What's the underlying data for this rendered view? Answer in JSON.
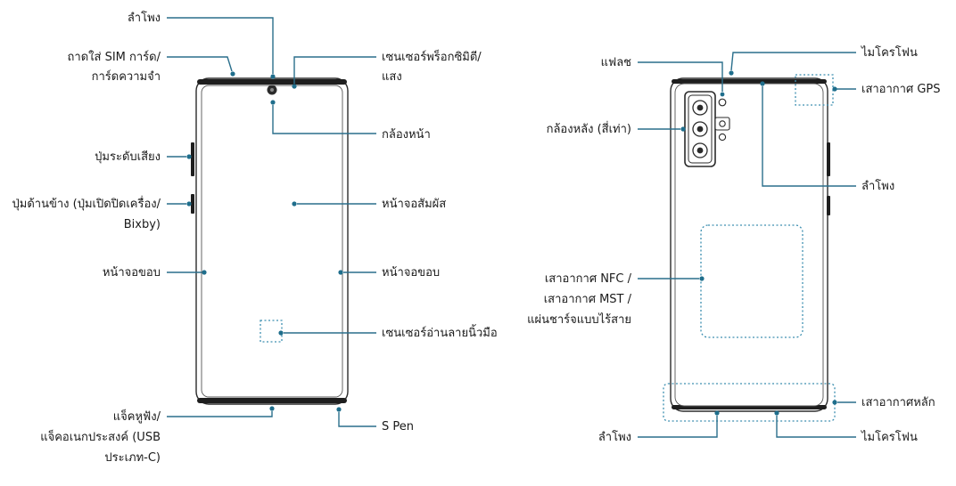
{
  "front": {
    "speaker": "ลำโพง",
    "sim_tray_1": "ถาดใส่ SIM การ์ด/",
    "sim_tray_2": "การ์ดความจำ",
    "proximity_1": "เซนเซอร์พร็อกซิมิตี/",
    "proximity_2": "แสง",
    "front_camera": "กล้องหน้า",
    "volume_key": "ปุ่มระดับเสียง",
    "side_key_1": "ปุ่มด้านข้าง (ปุ่มเปิดปิดเครื่อง/",
    "side_key_2": "Bixby)",
    "touchscreen": "หน้าจอสัมผัส",
    "edge_left": "หน้าจอขอบ",
    "edge_right": "หน้าจอขอบ",
    "fingerprint": "เซนเซอร์อ่านลายนิ้วมือ",
    "jack_1": "แจ็คหูฟัง/",
    "jack_2": "แจ็คอเนกประสงค์ (USB",
    "jack_3": "ประเภท-C)",
    "spen": "S Pen"
  },
  "back": {
    "flash": "แฟลช",
    "mic_top": "ไมโครโฟน",
    "gps": "เสาอากาศ GPS",
    "rear_camera": "กล้องหลัง (สี่เท่า)",
    "speaker": "ลำโพง",
    "nfc_1": "เสาอากาศ NFC /",
    "nfc_2": "เสาอากาศ MST /",
    "nfc_3": "แผ่นชาร์จแบบไร้สาย",
    "main_antenna": "เสาอากาศหลัก",
    "speaker_bottom": "ลำโพง",
    "mic_bottom": "ไมโครโฟน"
  }
}
